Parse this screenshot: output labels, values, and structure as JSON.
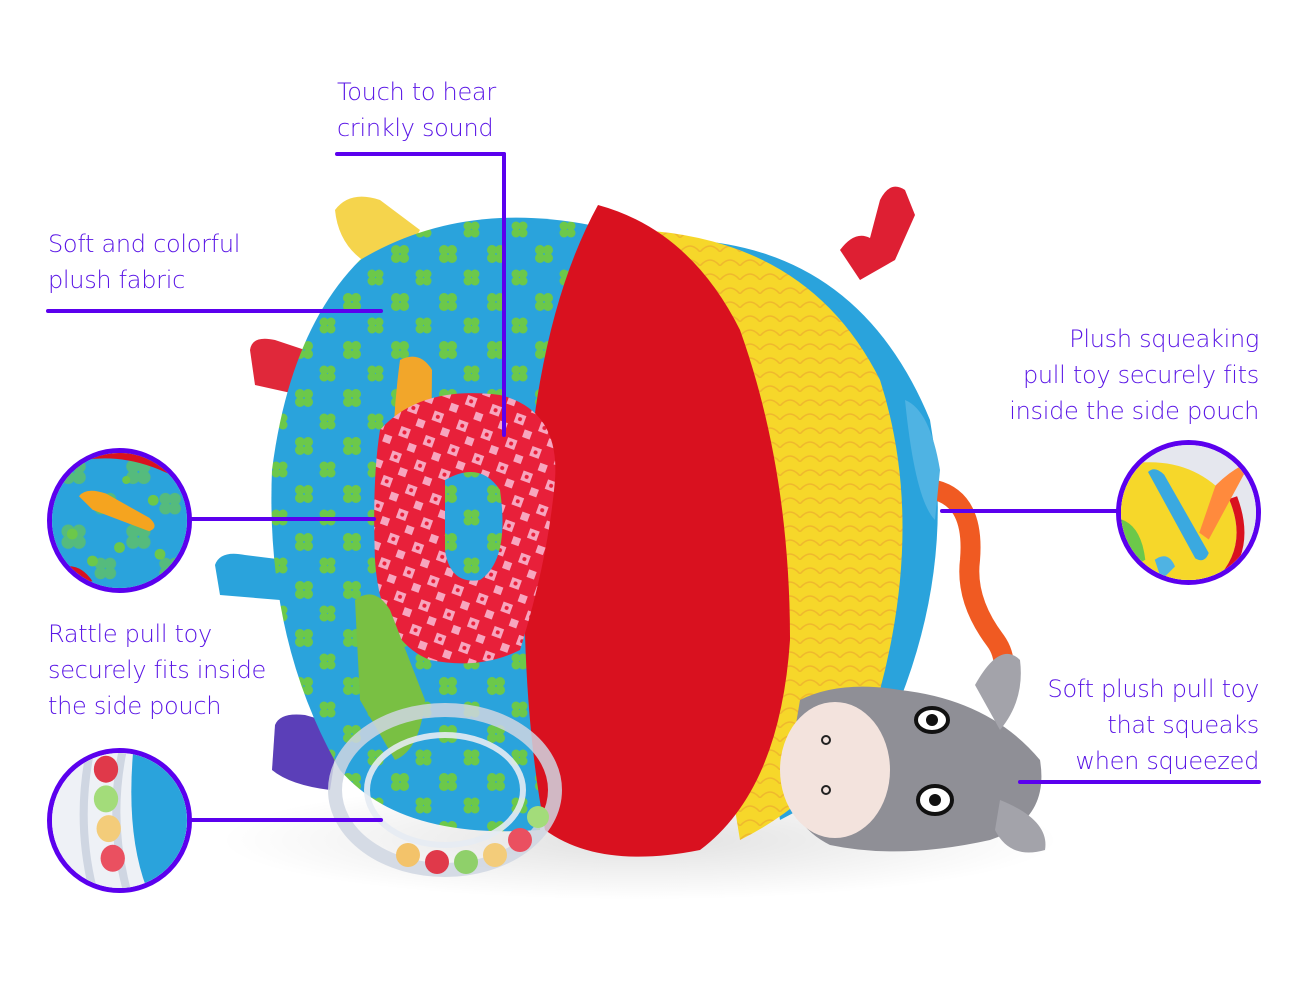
{
  "accent_color": "#5b00ee",
  "text_color": "#5a16e6",
  "product": {
    "name": "plush activity ball",
    "parts": [
      "plush-ball",
      "crinkle-ring",
      "rattle-ring",
      "donkey-pull-toy",
      "fabric-tags"
    ]
  },
  "callouts": {
    "crinkle": {
      "lines": [
        "Touch to hear",
        "crinkly sound"
      ]
    },
    "fabric": {
      "lines": [
        "Soft and colorful",
        "plush fabric"
      ]
    },
    "rattle": {
      "lines": [
        "Rattle pull toy",
        "securely fits inside",
        "the side pouch"
      ]
    },
    "pouch_right": {
      "lines": [
        "Plush squeaking",
        "pull toy securely fits",
        "inside the side pouch"
      ]
    },
    "squeak": {
      "lines": [
        "Soft plush pull toy",
        "that squeaks",
        "when squeezed"
      ]
    }
  },
  "insets": {
    "left_pouch": "Side pouch detail (blue clover fabric with orange pocket)",
    "left_rattle": "Rattle beads detail",
    "right_pouch": "Side pouch detail (yellow fabric with blue pocket)"
  }
}
